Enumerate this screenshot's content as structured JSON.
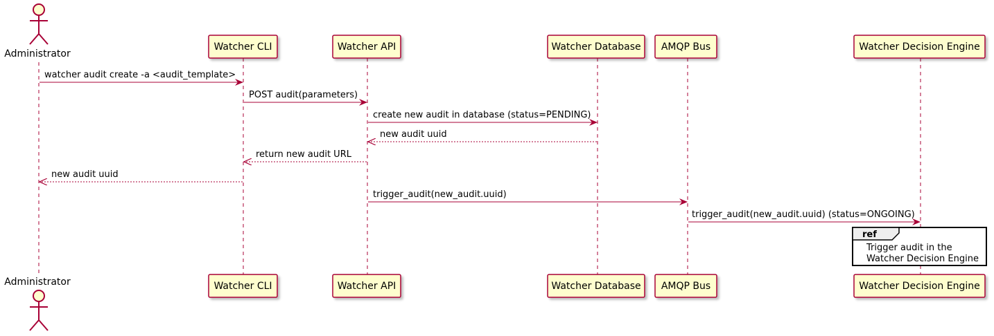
{
  "colors": {
    "line": "#a80036",
    "box_fill": "#fefece",
    "ref_border": "#000000",
    "lifeline": "#a80036",
    "text": "#000000"
  },
  "participants": {
    "admin": "Administrator",
    "cli": "Watcher CLI",
    "api": "Watcher API",
    "db": "Watcher Database",
    "amqp": "AMQP Bus",
    "engine": "Watcher Decision Engine"
  },
  "messages": [
    {
      "from": "Administrator",
      "to": "Watcher CLI",
      "label": "watcher audit create -a <audit_template>",
      "kind": "sync"
    },
    {
      "from": "Watcher CLI",
      "to": "Watcher API",
      "label": "POST audit(parameters)",
      "kind": "sync"
    },
    {
      "from": "Watcher API",
      "to": "Watcher Database",
      "label": "create new audit in database (status=PENDING)",
      "kind": "sync"
    },
    {
      "from": "Watcher Database",
      "to": "Watcher API",
      "label": "new audit uuid",
      "kind": "return"
    },
    {
      "from": "Watcher API",
      "to": "Watcher CLI",
      "label": "return new audit URL",
      "kind": "return"
    },
    {
      "from": "Watcher CLI",
      "to": "Administrator",
      "label": "new audit uuid",
      "kind": "return"
    },
    {
      "from": "Watcher API",
      "to": "AMQP Bus",
      "label": "trigger_audit(new_audit.uuid)",
      "kind": "sync"
    },
    {
      "from": "AMQP Bus",
      "to": "Watcher Decision Engine",
      "label": "trigger_audit(new_audit.uuid) (status=ONGOING)",
      "kind": "sync"
    }
  ],
  "ref": {
    "tag": "ref",
    "line1": "Trigger audit in the",
    "line2": "Watcher Decision Engine"
  }
}
